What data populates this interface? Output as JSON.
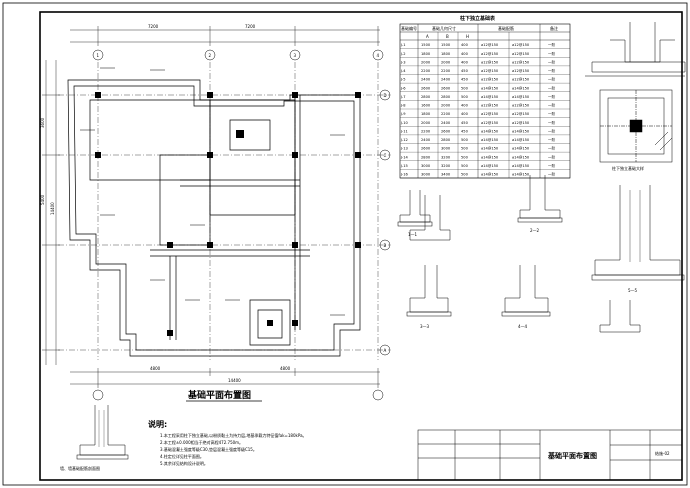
{
  "plan": {
    "title": "基础平面布置图",
    "top_dims": [
      "7200",
      "7200"
    ],
    "bottom_dims": [
      "4800",
      "4800"
    ],
    "total_dim": "14400",
    "left_dims": [
      "3600",
      "5400"
    ],
    "left_total": "14400"
  },
  "axes": {
    "top": [
      "1",
      "2",
      "3",
      "4"
    ],
    "left": [
      "D",
      "C",
      "B",
      "A"
    ]
  },
  "detail_caption": "墙、墙基础配筋剖面图",
  "notes": {
    "title": "说明:",
    "items": [
      "1.本工程采用柱下独立基础,以粉质黏土为持力层,地基承载力特征值fak=180kPa。",
      "2.本工程±0.000相当于绝对高程472.750m。",
      "3.基础混凝土强度等级C30,垫层混凝土强度等级C15。",
      "4.柱定位详见柱平面图。",
      "5.其余详见结构设计说明。"
    ]
  },
  "table": {
    "title": "柱下独立基础表",
    "headers": [
      "基础编号",
      "基础几何尺寸",
      "基础配筋",
      "备注"
    ],
    "subheaders": [
      "A",
      "B",
      "H"
    ],
    "rows": [
      [
        "J-1",
        "1500",
        "1500",
        "400",
        "⌀12@150",
        "⌀12@150",
        "一阶"
      ],
      [
        "J-2",
        "1800",
        "1800",
        "400",
        "⌀12@150",
        "⌀12@150",
        "一阶"
      ],
      [
        "J-3",
        "2000",
        "2000",
        "400",
        "⌀12@150",
        "⌀12@150",
        "一阶"
      ],
      [
        "J-4",
        "2200",
        "2200",
        "450",
        "⌀12@150",
        "⌀12@150",
        "一阶"
      ],
      [
        "J-5",
        "2400",
        "2400",
        "450",
        "⌀12@150",
        "⌀12@150",
        "一阶"
      ],
      [
        "J-6",
        "2600",
        "2600",
        "500",
        "⌀14@150",
        "⌀14@150",
        "一阶"
      ],
      [
        "J-7",
        "2800",
        "2800",
        "500",
        "⌀14@150",
        "⌀14@150",
        "一阶"
      ],
      [
        "J-8",
        "1600",
        "2000",
        "400",
        "⌀12@150",
        "⌀12@150",
        "一阶"
      ],
      [
        "J-9",
        "1800",
        "2200",
        "400",
        "⌀12@150",
        "⌀12@150",
        "一阶"
      ],
      [
        "J-10",
        "2000",
        "2400",
        "450",
        "⌀12@150",
        "⌀12@150",
        "一阶"
      ],
      [
        "J-11",
        "2200",
        "2600",
        "450",
        "⌀14@150",
        "⌀14@150",
        "一阶"
      ],
      [
        "J-12",
        "2400",
        "2800",
        "500",
        "⌀14@150",
        "⌀14@150",
        "一阶"
      ],
      [
        "J-13",
        "2600",
        "3000",
        "500",
        "⌀14@150",
        "⌀14@150",
        "一阶"
      ],
      [
        "J-14",
        "2800",
        "3200",
        "500",
        "⌀14@150",
        "⌀14@150",
        "一阶"
      ],
      [
        "J-15",
        "3000",
        "3200",
        "500",
        "⌀14@150",
        "⌀14@150",
        "一阶"
      ],
      [
        "J-16",
        "3000",
        "3400",
        "500",
        "⌀14@150",
        "⌀14@150",
        "一阶"
      ]
    ]
  },
  "footing_detail_caption": "柱下独立基础大样",
  "sections": [
    "1—1",
    "2—2",
    "3—3",
    "4—4",
    "5—5"
  ],
  "title_block": {
    "drawing_name": "基础平面布置图",
    "drawing_no": "结施-02"
  }
}
